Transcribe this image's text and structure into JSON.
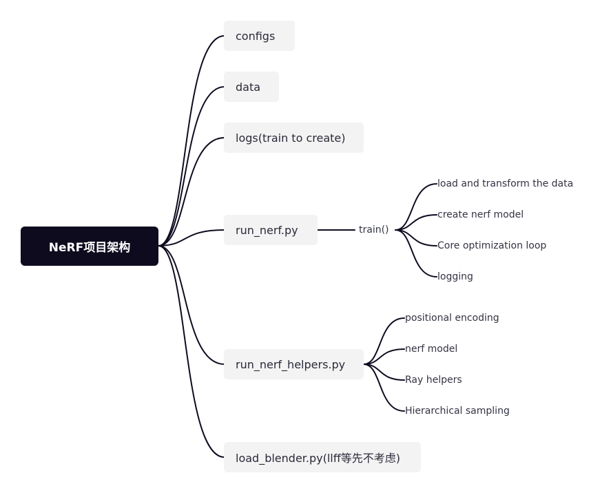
{
  "root": {
    "label": "NeRF项目架构"
  },
  "branches": [
    {
      "label": "configs"
    },
    {
      "label": "data"
    },
    {
      "label": "logs(train to create)"
    },
    {
      "label": "run_nerf.py",
      "sub": {
        "label": "train()",
        "children": [
          "load and transform the data",
          "create nerf model",
          "Core optimization loop",
          "logging"
        ]
      }
    },
    {
      "label": "run_nerf_helpers.py",
      "children": [
        "positional encoding",
        "nerf model",
        "Ray helpers",
        "Hierarchical sampling"
      ]
    },
    {
      "label": "load_blender.py(llff等先不考虑)"
    }
  ],
  "colors": {
    "root_bg": "#0e0b1f",
    "node_bg": "#f3f3f3",
    "line": "#0e0b1f"
  }
}
